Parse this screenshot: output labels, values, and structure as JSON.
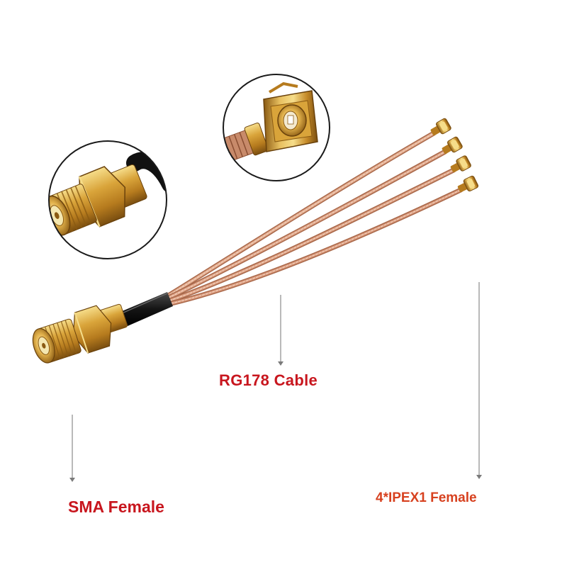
{
  "labels": {
    "cable": "RG178 Cable",
    "sma": "SMA Female",
    "ipex": "4*IPEX1 Female"
  },
  "colors": {
    "label_red": "#c8161e",
    "label_orange_red": "#d7411f",
    "gold": "#d9a43a",
    "gold_dark": "#8a5a12",
    "cable_copper": "#d49a7c",
    "cable_jacket": "#1a1a1a",
    "leader_line": "#888888"
  },
  "icons": {
    "sma_connector": "sma-female-connector",
    "ipex_connector": "ipex-u-fl-connector"
  }
}
